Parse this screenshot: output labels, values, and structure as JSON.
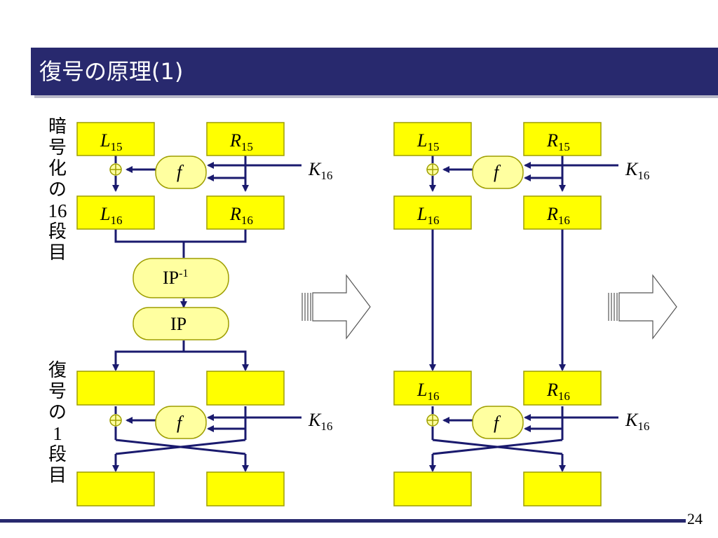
{
  "slide": {
    "title": "復号の原理(1)",
    "page_number": "24"
  },
  "side_labels": {
    "top_chars": [
      "暗",
      "号",
      "化",
      "の",
      "16",
      "段",
      "目"
    ],
    "bottom_chars": [
      "復",
      "号",
      "の",
      "1",
      "段",
      "目"
    ]
  },
  "diagram": {
    "L15": {
      "main": "L",
      "sub": "15"
    },
    "R15": {
      "main": "R",
      "sub": "15"
    },
    "L16": {
      "main": "L",
      "sub": "16"
    },
    "R16": {
      "main": "R",
      "sub": "16"
    },
    "K16": {
      "main": "K",
      "sub": "16"
    },
    "f_label": "f",
    "ip_inv": {
      "main": "IP",
      "sup": "-1"
    },
    "ip": "IP"
  },
  "colors": {
    "title_bar": "#28296e",
    "box_fill": "#ffff00",
    "box_stroke": "#9e9e00",
    "line": "#1a1a6e",
    "f_fill": "#ffffa0"
  }
}
